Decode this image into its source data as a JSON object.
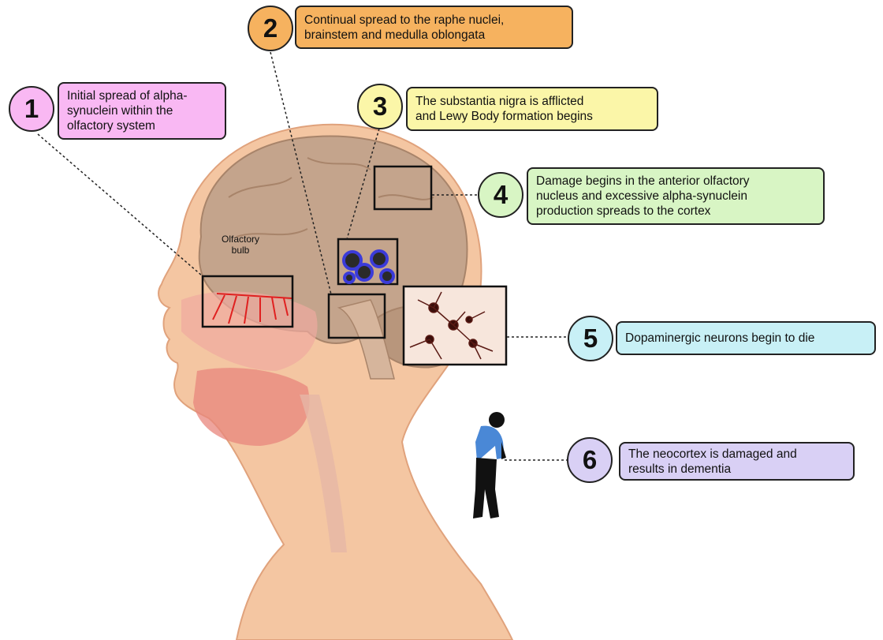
{
  "steps": [
    {
      "number": "1",
      "text": "Initial spread of alpha-\nsynuclein within the\nolfactory system",
      "color": "#f9b8f3"
    },
    {
      "number": "2",
      "text": "Continual spread to the raphe nuclei,\nbrainstem and medulla oblongata",
      "color": "#f6b25f"
    },
    {
      "number": "3",
      "text": "The substantia nigra is afflicted\nand Lewy Body formation begins",
      "color": "#fbf6a8"
    },
    {
      "number": "4",
      "text": "Damage begins in the anterior olfactory\nnucleus and excessive alpha-synuclein\nproduction spreads to the cortex",
      "color": "#d8f5c4"
    },
    {
      "number": "5",
      "text": "Dopaminergic neurons begin to die",
      "color": "#c8f0f6"
    },
    {
      "number": "6",
      "text": "The neocortex is damaged and\nresults in dementia",
      "color": "#d9d0f5"
    }
  ],
  "olfactory_bulb_label": "Olfactory\nbulb",
  "colors": {
    "skin": "#f4c6a2",
    "skin_dark": "#e9a682",
    "brain": "#c4a48c",
    "brain_dark": "#a8846a",
    "lewy_body": "#3b3bd9",
    "nerve": "#e02020"
  }
}
